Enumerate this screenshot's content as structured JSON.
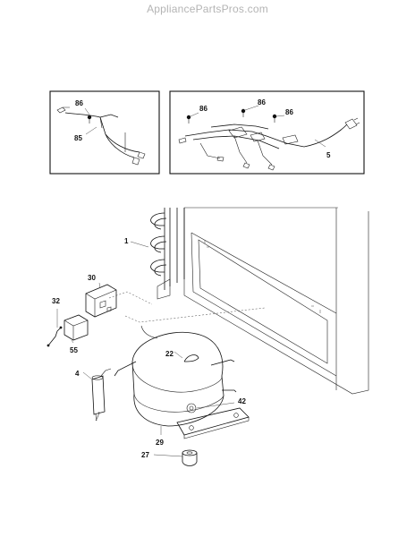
{
  "watermark": "AppliancePartsPros.com",
  "callouts": {
    "c86a": "86",
    "c85": "85",
    "c86b": "86",
    "c86c": "86",
    "c86d": "86",
    "c5": "5",
    "c1": "1",
    "c30": "30",
    "c32": "32",
    "c55": "55",
    "c4": "4",
    "c22": "22",
    "c42": "42",
    "c29": "29",
    "c27": "27"
  }
}
